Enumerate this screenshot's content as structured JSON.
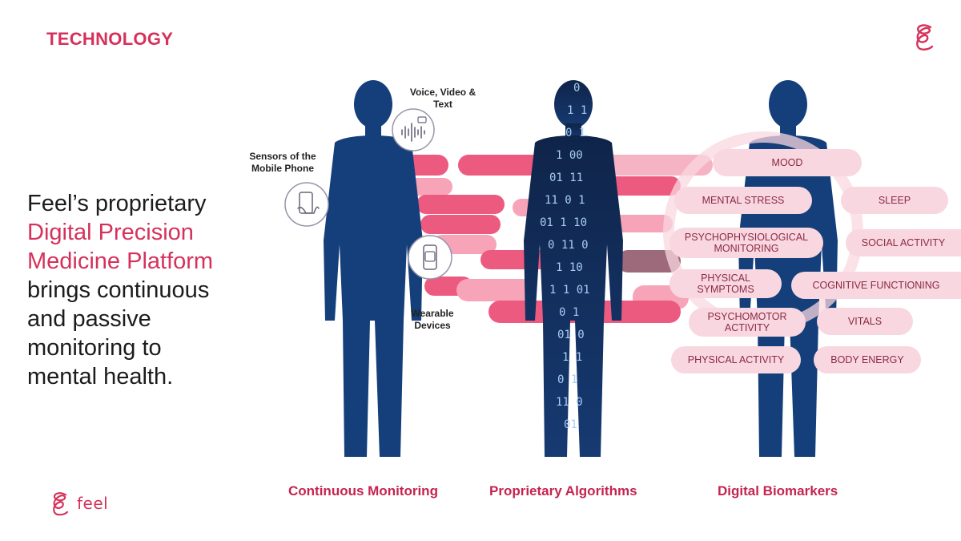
{
  "header": {
    "section_title": "TECHNOLOGY"
  },
  "headline": {
    "line1": "Feel’s proprietary",
    "line2": "Digital Precision",
    "line3": "Medicine Platform",
    "line4": "brings continuous",
    "line5": "and passive",
    "line6": "monitoring to",
    "line7": "mental health."
  },
  "figures": {
    "monitoring": {
      "caption": "Continuous Monitoring",
      "sources": {
        "voice_line1": "Voice, Video &",
        "voice_line2": "Text",
        "sensors_line1": "Sensors of the",
        "sensors_line2": "Mobile Phone",
        "wearable_line1": "Wearable",
        "wearable_line2": "Devices"
      }
    },
    "algorithms": {
      "caption": "Proprietary Algorithms",
      "binary_rows": [
        "0",
        "1 1",
        "0 1",
        "1 00",
        "01 11",
        "11 0 1",
        "01 1 10",
        "0 11 0",
        "1 10",
        "1 1 01",
        "0 1",
        "01 0",
        "1 1",
        "0 1",
        "11 0",
        "01"
      ]
    },
    "biomarkers": {
      "caption": "Digital Biomarkers",
      "pills": {
        "mood": "MOOD",
        "mental_stress": "MENTAL STRESS",
        "sleep": "SLEEP",
        "psycho_line1": "PSYCHOPHYSIOLOGICAL",
        "psycho_line2": "MONITORING",
        "social_activity": "SOCIAL ACTIVITY",
        "physical_symptoms_line1": "PHYSICAL",
        "physical_symptoms_line2": "SYMPTOMS",
        "cognitive": "COGNITIVE FUNCTIONING",
        "psychomotor_line1": "PSYCHOMOTOR",
        "psychomotor_line2": "ACTIVITY",
        "vitals": "VITALS",
        "physical_activity": "PHYSICAL ACTIVITY",
        "body_energy": "BODY ENERGY"
      }
    }
  },
  "brand": {
    "name": "feel"
  },
  "colors": {
    "accent": "#d6315b",
    "navy": "#143f7a",
    "pill_bg": "#f9d7e0",
    "bar_pink": "#ee6f8f"
  }
}
